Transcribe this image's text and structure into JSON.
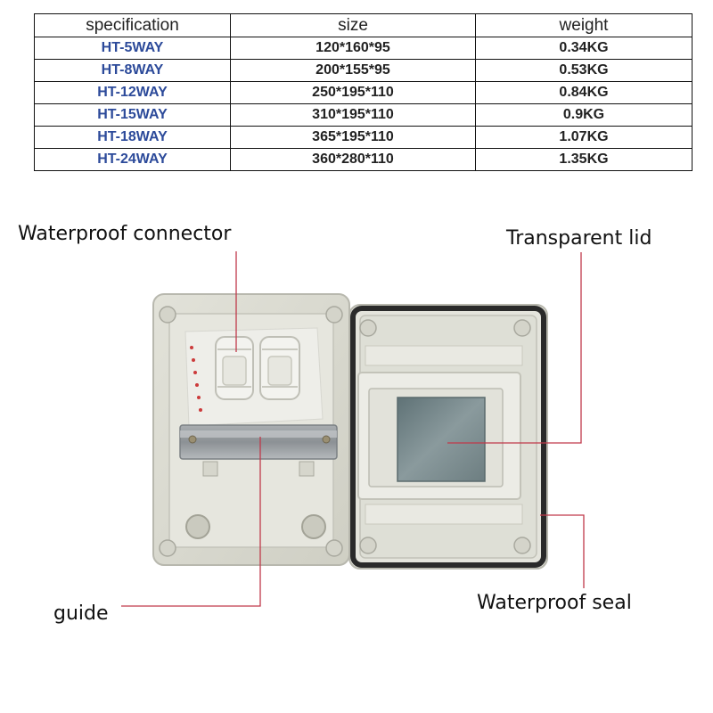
{
  "table": {
    "headers": [
      "specification",
      "size",
      "weight"
    ],
    "rows": [
      {
        "model": "HT-5WAY",
        "size": "120*160*95",
        "weight": "0.34KG"
      },
      {
        "model": "HT-8WAY",
        "size": "200*155*95",
        "weight": "0.53KG"
      },
      {
        "model": "HT-12WAY",
        "size": "250*195*110",
        "weight": "0.84KG"
      },
      {
        "model": "HT-15WAY",
        "size": "310*195*110",
        "weight": "0.9KG"
      },
      {
        "model": "HT-18WAY",
        "size": "365*195*110",
        "weight": "1.07KG"
      },
      {
        "model": "HT-24WAY",
        "size": "360*280*110",
        "weight": "1.35KG"
      }
    ]
  },
  "callouts": {
    "waterproof_connector": "Waterproof connector",
    "transparent_lid": "Transparent lid",
    "guide": "guide",
    "waterproof_seal": "Waterproof seal"
  },
  "colors": {
    "model_text": "#2c4a9a",
    "leader_line": "#c0394a",
    "enclosure_body": "#d9d9cf",
    "seal": "#2a2a2a",
    "window": "#7f8f92"
  }
}
